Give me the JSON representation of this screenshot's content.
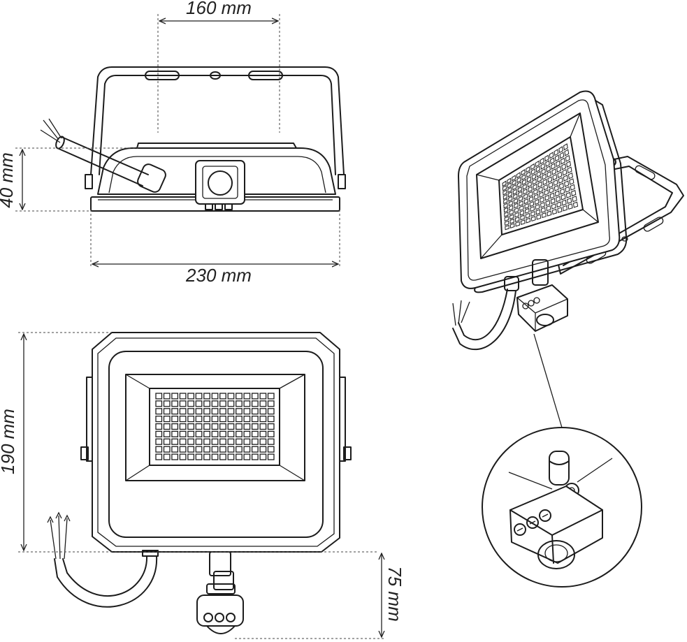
{
  "dimensions": {
    "bracket_spacing": "160 mm",
    "body_depth": "40 mm",
    "body_width": "230 mm",
    "body_height": "190 mm",
    "sensor_extension": "75 mm"
  },
  "led_grid": {
    "front_cols": 15,
    "front_rows": 9,
    "iso_cols": 14,
    "iso_rows": 11
  },
  "colors": {
    "line": "#1c1c1c",
    "background": "#ffffff"
  }
}
